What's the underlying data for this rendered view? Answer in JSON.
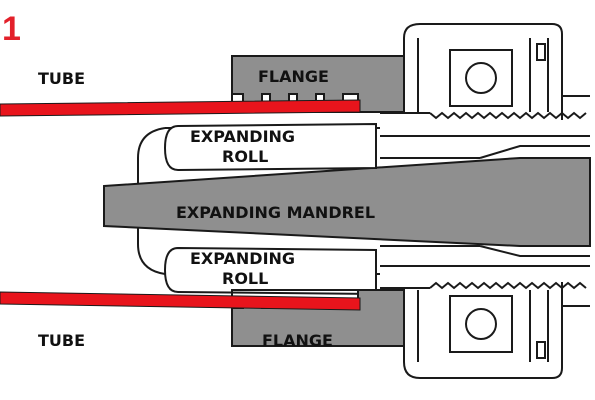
{
  "step_number": "1",
  "labels": {
    "tube_top": "TUBE",
    "tube_bottom": "TUBE",
    "flange_top": "FLANGE",
    "flange_bottom": "FLANGE",
    "roll_top_line1": "EXPANDING",
    "roll_top_line2": "ROLL",
    "roll_bottom_line1": "EXPANDING",
    "roll_bottom_line2": "ROLL",
    "mandrel": "EXPANDING MANDREL"
  },
  "colors": {
    "tube": "#e8141c",
    "steel": "#8f8f8f",
    "outline": "#1a1a1a",
    "step_number": "#e3202a"
  }
}
